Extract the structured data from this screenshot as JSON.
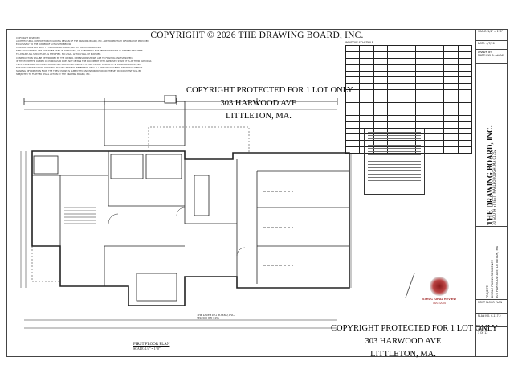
{
  "sheet": {
    "copyright_top": "COPYRIGHT © 2026 THE DRAWING BOARD, INC.",
    "notes": [
      "COPYRIGHT RESERVED",
      "ARCHITECTURAL COMPOSITION INCLUDING DESIGN OF THE DRAWING BOARD, INC. ARE PROPRIETARY INFORMATION PROVIDED",
      "EXCLUSIVELY TO THE OWNER OF LOT LISTED BELOW.",
      "CONTRACTOR SHALL NOTIFY THE DRAWING BOARD, INC. OF ANY DISCREPANCIES",
      "THESE DOCUMENTS ARE NOT TO BE USED IN APPROVING, OR SUBMITTING FOR PERMIT WITHOUT A LICENSED ENGINEER",
      "TO ASSURE ALL STRUCTURE AS SPECIFIED. NO LEGAL ACTION WILL BE PURSUED.",
      "CONSTRUCTION WILL BE DETERMINED BY THE OWNER. DIMENSIONS SHOWN ARE TO FRAMING UNLESS NOTED.",
      "IN THE EVENT THE OWNER OR PURCHASER DOES NOT OBTAIN THE DOCUMENT WITH APPROVED STAMP IT IS AT THEIR OWN RISK.",
      "THESE PLANS ARE COPYRIGHTED AND ARE PROTECTED UNDER U.S. LAW. PLEASE CONTACT THE DRAWING BOARD, INC.",
      "NOT FOR CONSTRUCTION. DRAWINGS MAY BE USED FOR REFERENCE ONLY. ALL DESIGN CONCEPTS, DRAWINGS, DETAILS",
      "SHARING INFORMATION FROM THE THESE PLANS IS SUBJECT TO ANY INFORMATION ON THE SET IN DOCUMENT WILL BE",
      "SUBJECTED TO FURTHER LEGAL ACTION BY THE DRAWING BOARD, INC."
    ],
    "stamp_top": {
      "line1": "COPYRIGHT PROTECTED FOR 1 LOT ONLY",
      "line2": "303 HARWOOD AVE",
      "line3": "LITTLETON, MA."
    },
    "stamp_bottom": {
      "line1": "COPYRIGHT PROTECTED FOR 1 LOT ONLY",
      "line2": "303 HARWOOD AVE",
      "line3": "LITTLETON, MA."
    },
    "window_schedule": {
      "title": "WINDOW SCHEDULE",
      "row_count": 17
    },
    "plan_title": "FIRST FLOOR PLAN",
    "plan_scale": "SCALE: 1/4\" = 1'-0\"",
    "firm_small_name": "THE DRAWING BOARD, INC.",
    "firm_small_phone": "TEL 508-899-8196",
    "review_stamp": "STRUCTURAL REVIEW",
    "review_date": "04/07/2026"
  },
  "titleblock": {
    "scale": "SCALE: 1/4\" = 1'-0\"",
    "date": "DATE: 4/7/26",
    "drawn_by_label": "DRAWN BY:",
    "drawn_by": "MATTHEW D. ALLAIN",
    "firm_name": "THE DRAWING BOARD, INC.",
    "firm_address": "30 SOUTH STREET, MARLBOROUGH, MA 01752",
    "project_label": "PROJECT:",
    "project_name": "SINGLE FAMILY RESIDENCE",
    "project_address": "303 HARWOOD AVE, LITTLETON, MA",
    "sheet_name": "FIRST FLOOR PLAN",
    "plan_no": "PLAN NO. C-117.2",
    "sheet_label": "SHEET:",
    "sheet_of": "3 OF 12"
  }
}
